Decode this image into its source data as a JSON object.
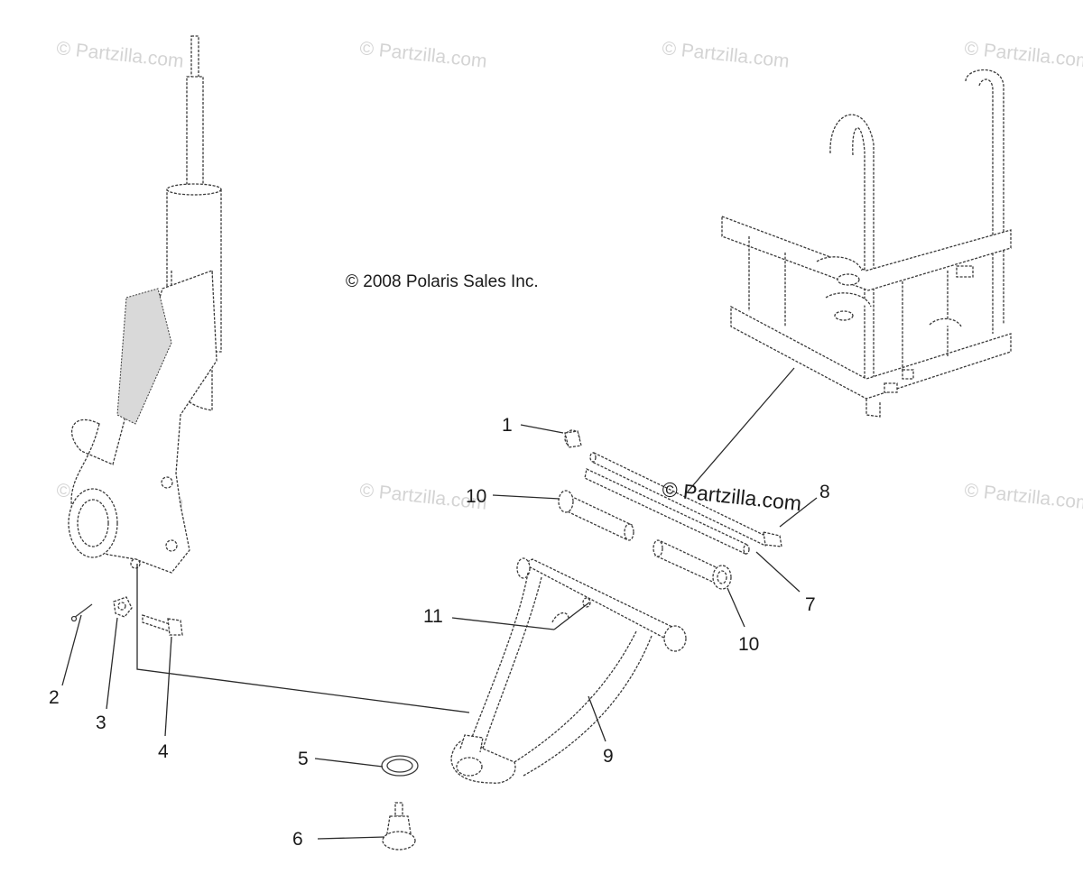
{
  "copyright": "© 2008 Polaris Sales Inc.",
  "watermarks": {
    "light": "© Partzilla.com",
    "dark": "© Partzilla.com"
  },
  "callouts": [
    {
      "id": "c1",
      "label": "1"
    },
    {
      "id": "c2",
      "label": "2"
    },
    {
      "id": "c3",
      "label": "3"
    },
    {
      "id": "c4",
      "label": "4"
    },
    {
      "id": "c5",
      "label": "5"
    },
    {
      "id": "c6",
      "label": "6"
    },
    {
      "id": "c7",
      "label": "7"
    },
    {
      "id": "c8",
      "label": "8"
    },
    {
      "id": "c9",
      "label": "9"
    },
    {
      "id": "c10a",
      "label": "10"
    },
    {
      "id": "c10b",
      "label": "10"
    },
    {
      "id": "c11",
      "label": "11"
    }
  ]
}
